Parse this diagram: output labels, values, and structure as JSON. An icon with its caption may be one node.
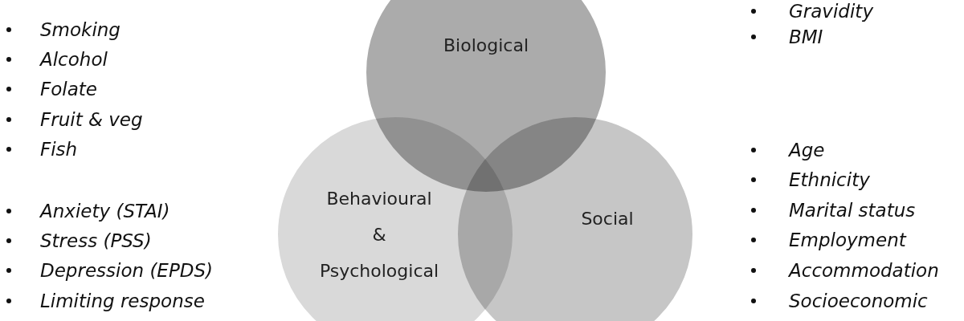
{
  "diagram": {
    "nodes": [
      {
        "text": [
          "Biological"
        ]
      },
      {
        "text": [
          "Behavioural & Psychological"
        ]
      },
      {
        "text": [
          "Social"
        ]
      }
    ],
    "labels": [
      "Smoking",
      "Alcohol",
      "Folate",
      "Fruit & veg",
      "Fish",
      "Anxiety (STAI)",
      "Stress (PSS)",
      "Depression (EPDS)",
      "Limiting response",
      "Gravidity",
      "BMI",
      "Age",
      "Ethnicity",
      "Marital status",
      "Employment",
      "Accommodation",
      "Socioeconomic"
    ]
  }
}
